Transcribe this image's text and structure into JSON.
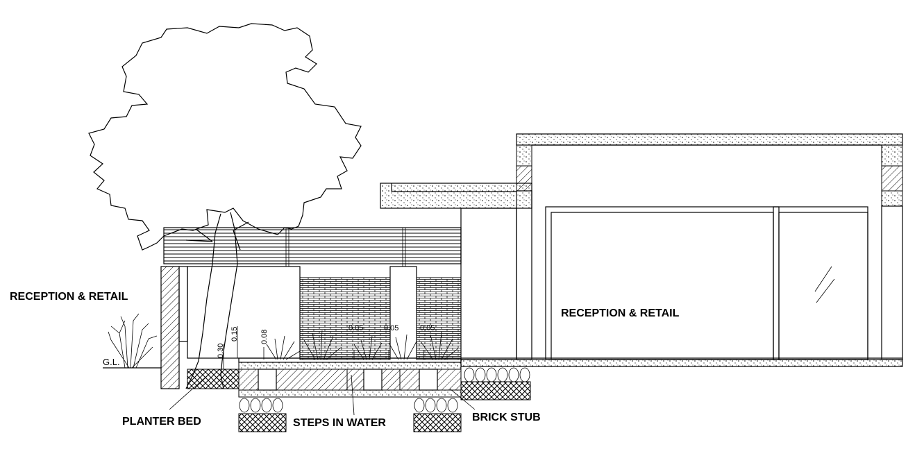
{
  "labels": {
    "reception_left": "RECEPTION & RETAIL",
    "reception_right": "RECEPTION & RETAIL",
    "ground_level": "G.L.",
    "planter_bed": "PLANTER BED",
    "steps_in_water": "STEPS IN WATER",
    "brick_stub": "BRICK STUB"
  },
  "dimensions": {
    "d1": "0.30",
    "d2": "0.15",
    "d3": "0.08",
    "d4": "0.05",
    "d5": "0.05",
    "d6": "0.05"
  },
  "colors": {
    "line": "#000000",
    "background": "#ffffff"
  }
}
